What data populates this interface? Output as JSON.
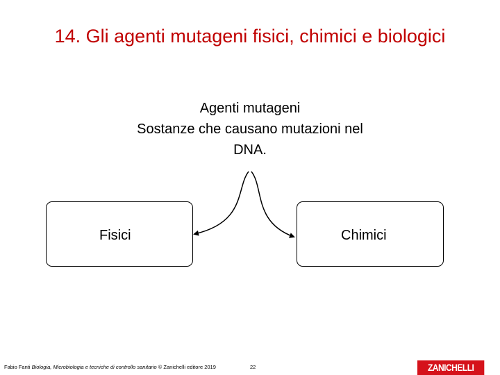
{
  "slide": {
    "title": "14. Gli agenti mutageni fisici, chimici e biologici",
    "title_color": "#c00000"
  },
  "diagram": {
    "central_heading": "Agenti mutageni",
    "central_text_line1": "Sostanze che causano mutazioni nel",
    "central_text_line2": "DNA.",
    "branches": [
      {
        "label": "Fisici"
      },
      {
        "label": "Chimici"
      }
    ]
  },
  "footer": {
    "author": "Fabio Fanti ",
    "book_title": "Biologia, Microbiologia e tecniche di controllo sanitario",
    "publisher": " © Zanichelli editore 2019",
    "page_number": "22",
    "logo_text": "ZANICHELLI",
    "logo_color": "#d5121b"
  }
}
